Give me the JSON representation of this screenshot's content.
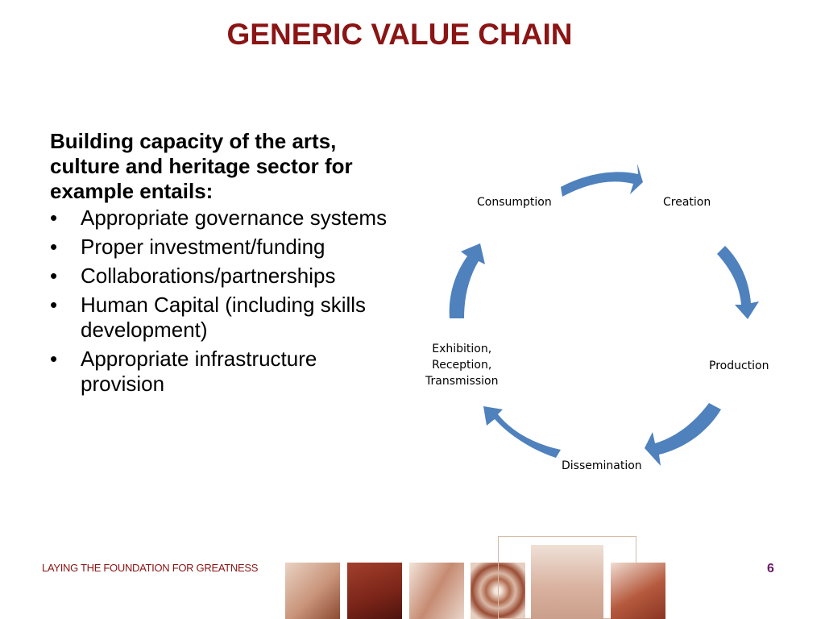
{
  "slide": {
    "title": "GENERIC VALUE CHAIN",
    "intro": "Building capacity of the arts, culture and heritage sector for example entails:",
    "bullets": [
      "Appropriate governance systems",
      "Proper investment/funding",
      "Collaborations/partnerships",
      "Human Capital (including skills development)",
      "Appropriate infrastructure provision"
    ],
    "bullet_glyph": "•"
  },
  "diagram": {
    "arrow_color": "#4f81bd",
    "nodes": {
      "creation": "Creation",
      "production": "Production",
      "dissemination": "Dissemination",
      "exhibition_line1": "Exhibition,",
      "exhibition_line2": "Reception,",
      "exhibition_line3": "Transmission",
      "consumption": "Consumption"
    }
  },
  "footer": {
    "tagline": "LAYING THE FOUNDATION FOR GREATNESS",
    "page_number": "6"
  },
  "colors": {
    "title": "#8b1414",
    "footer_text": "#8b1414",
    "page_number": "#6a1a6a"
  }
}
